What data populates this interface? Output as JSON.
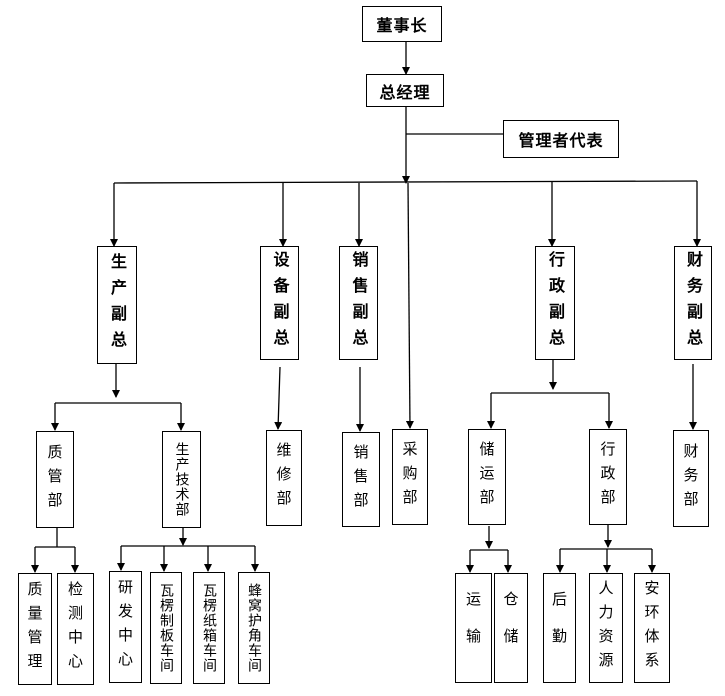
{
  "top": {
    "chairman": "董事长",
    "general_manager": "总经理",
    "management_rep": "管理者代表"
  },
  "vps": {
    "production": "生产副总",
    "equipment": "设备副总",
    "sales": "销售副总",
    "admin": "行政副总",
    "finance": "财务副总"
  },
  "departments": {
    "quality": "质管部",
    "production_tech": "生产技术部",
    "maintenance": "维修部",
    "sales": "销售部",
    "purchasing": "采购部",
    "storage_transport": "储运部",
    "administration": "行政部",
    "finance": "财务部"
  },
  "units": {
    "quality_management": "质量管理",
    "testing_center": "检测中心",
    "rnd_center": "研发中心",
    "corrugated_board_workshop": "瓦楞制板车间",
    "corrugated_carton_workshop": "瓦楞纸箱车间",
    "honeycomb_corner_workshop": "蜂窝护角车间",
    "transport": "运输",
    "warehouse": "仓储",
    "logistics": "后勤",
    "human_resources": "人力资源",
    "safety_environment": "安环体系"
  }
}
